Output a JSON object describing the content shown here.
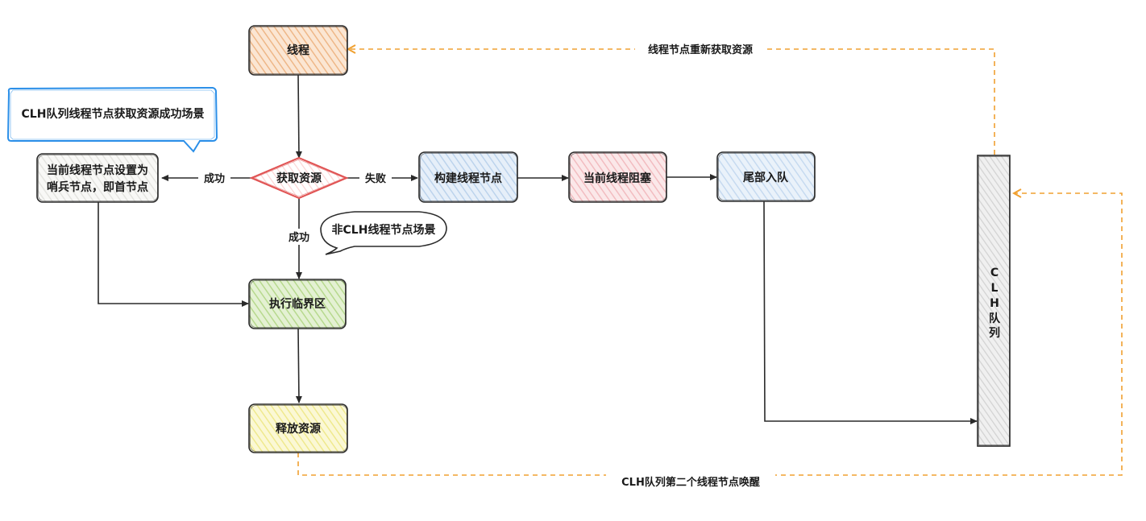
{
  "nodes": {
    "thread": "线程",
    "acquire": "获取资源",
    "set_sentinel_line1": "当前线程节点设置为",
    "set_sentinel_line2": "哨兵节点，即首节点",
    "critical": "执行临界区",
    "release": "释放资源",
    "build_node": "构建线程节点",
    "block": "当前线程阻塞",
    "enqueue_tail": "尾部入队",
    "clh_queue": [
      "C",
      "L",
      "H",
      "队",
      "列"
    ]
  },
  "callouts": {
    "clh_success": "CLH队列线程节点获取资源成功场景",
    "non_clh": "非CLH线程节点场景"
  },
  "edges": {
    "success_left": "成功",
    "fail": "失败",
    "success_down": "成功",
    "reacquire": "线程节点重新获取资源",
    "wake_second": "CLH队列第二个线程节点唤醒"
  },
  "colors": {
    "thread_fill": "#f4c9a3",
    "sentinel_fill": "#eeeeec",
    "critical_fill": "#c9e3a8",
    "release_fill": "#f5f1a6",
    "build_fill": "#cfe0f2",
    "block_fill": "#f7d0d2",
    "enqueue_fill": "#d7e6f5",
    "queue_fill": "#e2e2e2",
    "diamond_stroke": "#e05252",
    "diamond_fill": "#fde2e2",
    "dashed_arrow": "#f0a030",
    "callout_blue": "#2b8fe8",
    "line": "#2a2a2a"
  }
}
